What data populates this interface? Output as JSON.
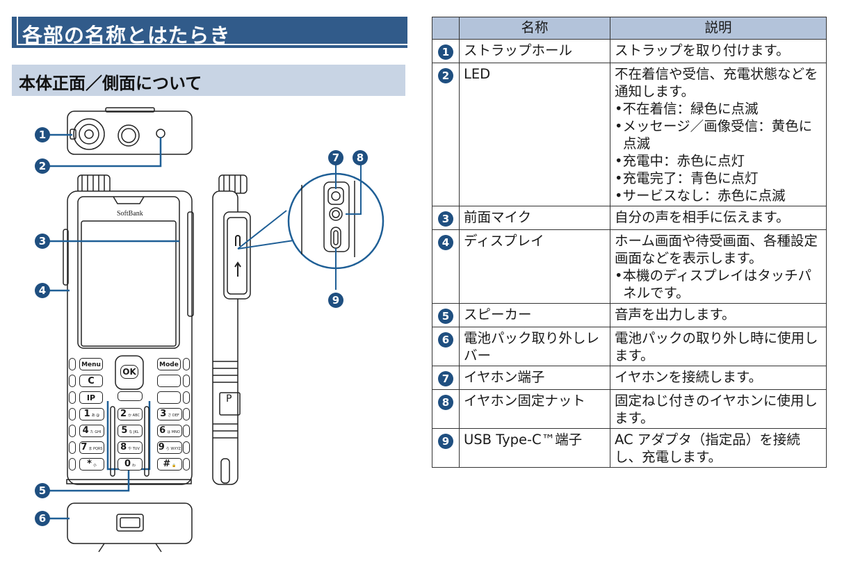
{
  "section_title": "各部の名称とはたらき",
  "subsection_title": "本体正面／側面について",
  "colors": {
    "header_dark": "#315b8a",
    "header_light": "#c8d4e4",
    "table_header": "#b3c3da",
    "badge": "#1f4f80"
  },
  "figure": {
    "brand_label": "SoftBank",
    "callouts": [
      "1",
      "2",
      "3",
      "4",
      "5",
      "6",
      "7",
      "8",
      "9"
    ],
    "keys": {
      "menu": "Menu",
      "mode": "Mode",
      "ok": "OK",
      "clear": "C",
      "ip": "IP",
      "digits": [
        {
          "main": "1",
          "sub": "あ @"
        },
        {
          "main": "2",
          "sub": "か ABC"
        },
        {
          "main": "3",
          "sub": "さ DEF"
        },
        {
          "main": "4",
          "sub": "た GHI"
        },
        {
          "main": "5",
          "sub": "な JKL"
        },
        {
          "main": "6",
          "sub": "は MNO"
        },
        {
          "main": "7",
          "sub": "ま PQRS"
        },
        {
          "main": "8",
          "sub": "や TUV"
        },
        {
          "main": "9",
          "sub": "ら WXYZ"
        },
        {
          "main": "*",
          "sub": "小"
        },
        {
          "main": "0",
          "sub": "わ"
        },
        {
          "main": "#",
          "sub": "🔒"
        }
      ],
      "side_button": "P"
    }
  },
  "table": {
    "headers": [
      "",
      "名称",
      "説明"
    ],
    "rows": [
      {
        "num": "1",
        "name": "ストラップホール",
        "desc": [
          "ストラップを取り付けます。"
        ],
        "bullets": []
      },
      {
        "num": "2",
        "name": "LED",
        "desc": [
          "不在着信や受信、充電状態など",
          "を通知します。"
        ],
        "bullets": [
          "不在着信：緑色に点滅",
          "メッセージ／画像受信：黄色に点滅",
          "充電中：赤色に点灯",
          "充電完了：青色に点灯",
          "サービスなし：赤色に点滅"
        ]
      },
      {
        "num": "3",
        "name": "前面マイク",
        "desc": [
          "自分の声を相手に伝えます。"
        ],
        "bullets": []
      },
      {
        "num": "4",
        "name": "ディスプレイ",
        "desc": [
          "ホーム画面や待受画面、各種設定画面などを表示します。"
        ],
        "bullets": [
          "本機のディスプレイはタッチパネルです。"
        ]
      },
      {
        "num": "5",
        "name": "スピーカー",
        "desc": [
          "音声を出力します。"
        ],
        "bullets": []
      },
      {
        "num": "6",
        "name": "電池パック取り外しレバー",
        "desc": [
          "電池パックの取り外し時に使用します。"
        ],
        "bullets": []
      },
      {
        "num": "7",
        "name": "イヤホン端子",
        "desc": [
          "イヤホンを接続します。"
        ],
        "bullets": []
      },
      {
        "num": "8",
        "name": "イヤホン固定ナット",
        "desc": [
          "固定ねじ付きのイヤホンに使用します。"
        ],
        "bullets": []
      },
      {
        "num": "9",
        "name": "USB Type-C™端子",
        "desc": [
          "AC アダプタ（指定品）を接続し、充電します。"
        ],
        "bullets": []
      }
    ]
  }
}
